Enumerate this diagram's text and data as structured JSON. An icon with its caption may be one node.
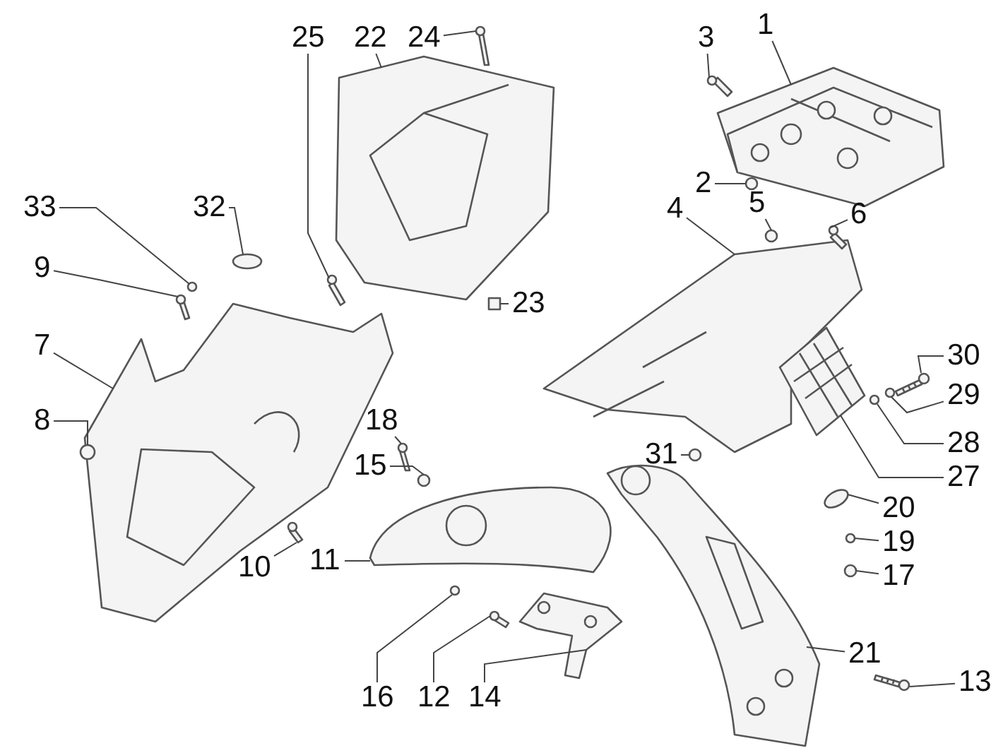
{
  "diagram": {
    "nodes": [
      {
        "text": [
          "25"
        ]
      },
      {
        "text": [
          "22"
        ]
      },
      {
        "text": [
          "24"
        ]
      },
      {
        "text": [
          "3"
        ]
      },
      {
        "text": [
          "1"
        ]
      },
      {
        "text": [
          "2"
        ]
      },
      {
        "text": [
          "23"
        ]
      },
      {
        "text": [
          "33"
        ]
      },
      {
        "text": [
          "32"
        ]
      },
      {
        "text": [
          "9"
        ]
      },
      {
        "text": [
          "4"
        ]
      },
      {
        "text": [
          "5"
        ]
      },
      {
        "text": [
          "6"
        ]
      },
      {
        "text": [
          "7"
        ]
      },
      {
        "text": [
          "30"
        ]
      },
      {
        "text": [
          "29"
        ]
      },
      {
        "text": [
          "8"
        ]
      },
      {
        "text": [
          "18"
        ]
      },
      {
        "text": [
          "28"
        ]
      },
      {
        "text": [
          "15"
        ]
      },
      {
        "text": [
          "31"
        ]
      },
      {
        "text": [
          "27"
        ]
      },
      {
        "text": [
          "20"
        ]
      },
      {
        "text": [
          "19"
        ]
      },
      {
        "text": [
          "10"
        ]
      },
      {
        "text": [
          "11"
        ]
      },
      {
        "text": [
          "17"
        ]
      },
      {
        "text": [
          "21"
        ]
      },
      {
        "text": [
          "13"
        ]
      },
      {
        "text": [
          "16"
        ]
      },
      {
        "text": [
          "12"
        ]
      },
      {
        "text": [
          "14"
        ]
      },
      {
        "text": [],
        "shape": "picture"
      },
      {
        "text": [],
        "shape": "picture"
      },
      {
        "text": [],
        "shape": "picture"
      },
      {
        "text": [],
        "shape": "picture"
      },
      {
        "text": [],
        "shape": "picture"
      },
      {
        "text": [],
        "shape": "circle"
      },
      {
        "text": [],
        "shape": "box"
      },
      {
        "text": [],
        "shape": "circle"
      },
      {
        "text": [],
        "shape": "ellipse"
      },
      {
        "text": [],
        "shape": "picture"
      },
      {
        "text": [],
        "shape": "picture"
      },
      {
        "text": [],
        "shape": "circle"
      },
      {
        "text": [],
        "shape": "picture"
      },
      {
        "text": [],
        "shape": "picture"
      },
      {
        "text": [],
        "shape": "picture"
      },
      {
        "text": [],
        "shape": "circle"
      },
      {
        "text": [],
        "shape": "circle"
      },
      {
        "text": [],
        "shape": "picture"
      },
      {
        "text": [],
        "shape": "circle"
      },
      {
        "text": [],
        "shape": "circle"
      },
      {
        "text": [],
        "shape": "circle"
      },
      {
        "text": [],
        "shape": "picture"
      },
      {
        "text": [],
        "shape": "ellipse"
      },
      {
        "text": [],
        "shape": "circle"
      },
      {
        "text": [],
        "shape": "picture"
      },
      {
        "text": [],
        "shape": "picture"
      },
      {
        "text": [],
        "shape": "circle"
      },
      {
        "text": [],
        "shape": "picture"
      },
      {
        "text": [],
        "shape": "picture"
      },
      {
        "text": [],
        "shape": "circle"
      },
      {
        "text": [],
        "shape": "picture"
      },
      {
        "text": [],
        "shape": "picture"
      }
    ],
    "edges": [
      {
        "from": 0,
        "to": 32,
        "arrow": "none"
      },
      {
        "from": 1,
        "to": 33,
        "arrow": "none"
      },
      {
        "from": 2,
        "to": 34,
        "arrow": "none"
      },
      {
        "from": 3,
        "to": 35,
        "arrow": "none"
      },
      {
        "from": 4,
        "to": 36,
        "arrow": "none"
      },
      {
        "from": 5,
        "to": 37,
        "arrow": "none"
      },
      {
        "from": 6,
        "to": 38,
        "arrow": "none"
      },
      {
        "from": 7,
        "to": 39,
        "arrow": "none"
      },
      {
        "from": 8,
        "to": 40,
        "arrow": "none"
      },
      {
        "from": 9,
        "to": 41,
        "arrow": "none"
      },
      {
        "from": 10,
        "to": 42,
        "arrow": "none"
      },
      {
        "from": 11,
        "to": 43,
        "arrow": "none"
      },
      {
        "from": 12,
        "to": 44,
        "arrow": "none"
      },
      {
        "from": 13,
        "to": 45,
        "arrow": "none"
      },
      {
        "from": 14,
        "to": 46,
        "arrow": "none"
      },
      {
        "from": 15,
        "to": 47,
        "arrow": "none"
      },
      {
        "from": 16,
        "to": 48,
        "arrow": "none"
      },
      {
        "from": 17,
        "to": 49,
        "arrow": "none"
      },
      {
        "from": 18,
        "to": 50,
        "arrow": "none"
      },
      {
        "from": 19,
        "to": 51,
        "arrow": "none"
      },
      {
        "from": 20,
        "to": 52,
        "arrow": "none"
      },
      {
        "from": 21,
        "to": 53,
        "arrow": "none"
      },
      {
        "from": 22,
        "to": 54,
        "arrow": "none"
      },
      {
        "from": 23,
        "to": 55,
        "arrow": "none"
      },
      {
        "from": 24,
        "to": 56,
        "arrow": "none"
      },
      {
        "from": 25,
        "to": 57,
        "arrow": "none"
      },
      {
        "from": 26,
        "to": 58,
        "arrow": "none"
      },
      {
        "from": 27,
        "to": 59,
        "arrow": "none"
      },
      {
        "from": 28,
        "to": 60,
        "arrow": "none"
      },
      {
        "from": 29,
        "to": 61,
        "arrow": "none"
      },
      {
        "from": 30,
        "to": 62,
        "arrow": "none"
      },
      {
        "from": 31,
        "to": 63,
        "arrow": "none"
      }
    ]
  }
}
